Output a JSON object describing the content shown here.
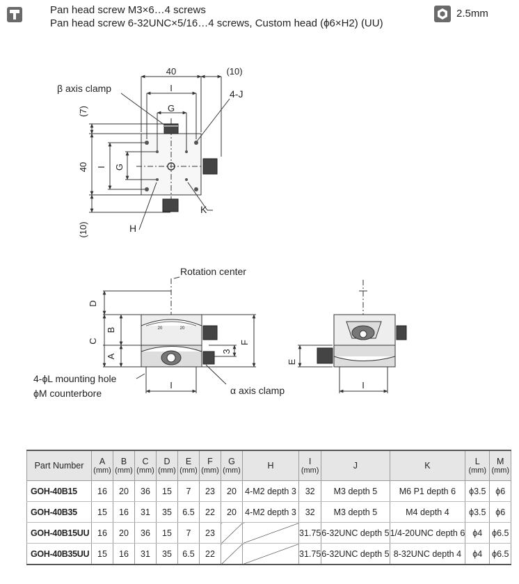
{
  "header": {
    "line1": "Pan head screw M3×6…4 screws",
    "line2": "Pan head screw 6-32UNC×5/16…4 screws, Custom head (ϕ6×H2) (UU)",
    "hex_label": "2.5mm",
    "icons": [
      "screw-icon",
      "hex-key-icon"
    ]
  },
  "top_view": {
    "dim_40_top": "40",
    "dim_10_top": "(10)",
    "dim_I": "I",
    "dim_G": "G",
    "dim_7": "(7)",
    "dim_40_left": "40",
    "dim_I_left": "I",
    "dim_G_left": "G",
    "dim_10_left": "(10)",
    "label_beta": "β axis clamp",
    "label_4J": "4-J",
    "label_K": "K",
    "label_H": "H"
  },
  "side_view": {
    "rotation_center": "Rotation center",
    "dim_D": "D",
    "dim_B": "B",
    "dim_C": "C",
    "dim_A": "A",
    "dim_3": "3",
    "dim_F": "F",
    "dim_I": "I",
    "label_mount1": "4-ϕL mounting hole",
    "label_mount2": "ϕM counterbore",
    "label_alpha": "α axis clamp",
    "scale_20a": "20",
    "scale_20b": "20"
  },
  "front_view": {
    "dim_E": "E",
    "dim_I": "I"
  },
  "table": {
    "headers": [
      {
        "name": "Part Number",
        "unit": ""
      },
      {
        "name": "A",
        "unit": "(mm)"
      },
      {
        "name": "B",
        "unit": "(mm)"
      },
      {
        "name": "C",
        "unit": "(mm)"
      },
      {
        "name": "D",
        "unit": "(mm)"
      },
      {
        "name": "E",
        "unit": "(mm)"
      },
      {
        "name": "F",
        "unit": "(mm)"
      },
      {
        "name": "G",
        "unit": "(mm)"
      },
      {
        "name": "H",
        "unit": ""
      },
      {
        "name": "I",
        "unit": "(mm)"
      },
      {
        "name": "J",
        "unit": ""
      },
      {
        "name": "K",
        "unit": ""
      },
      {
        "name": "L",
        "unit": "(mm)"
      },
      {
        "name": "M",
        "unit": "(mm)"
      }
    ],
    "rows": [
      [
        "GOH-40B15",
        "16",
        "20",
        "36",
        "15",
        "7",
        "23",
        "20",
        "4-M2 depth 3",
        "32",
        "M3 depth 5",
        "M6 P1 depth 6",
        "ϕ3.5",
        "ϕ6"
      ],
      [
        "GOH-40B35",
        "15",
        "16",
        "31",
        "35",
        "6.5",
        "22",
        "20",
        "4-M2 depth 3",
        "32",
        "M3 depth 5",
        "M4 depth 4",
        "ϕ3.5",
        "ϕ6"
      ],
      [
        "GOH-40B15UU",
        "16",
        "20",
        "36",
        "15",
        "7",
        "23",
        "",
        "",
        "31.75",
        "6-32UNC depth 5",
        "1/4-20UNC depth 6",
        "ϕ4",
        "ϕ6.5"
      ],
      [
        "GOH-40B35UU",
        "15",
        "16",
        "31",
        "35",
        "6.5",
        "22",
        "",
        "",
        "31.75",
        "6-32UNC depth 5",
        "8-32UNC depth 4",
        "ϕ4",
        "ϕ6.5"
      ]
    ]
  }
}
